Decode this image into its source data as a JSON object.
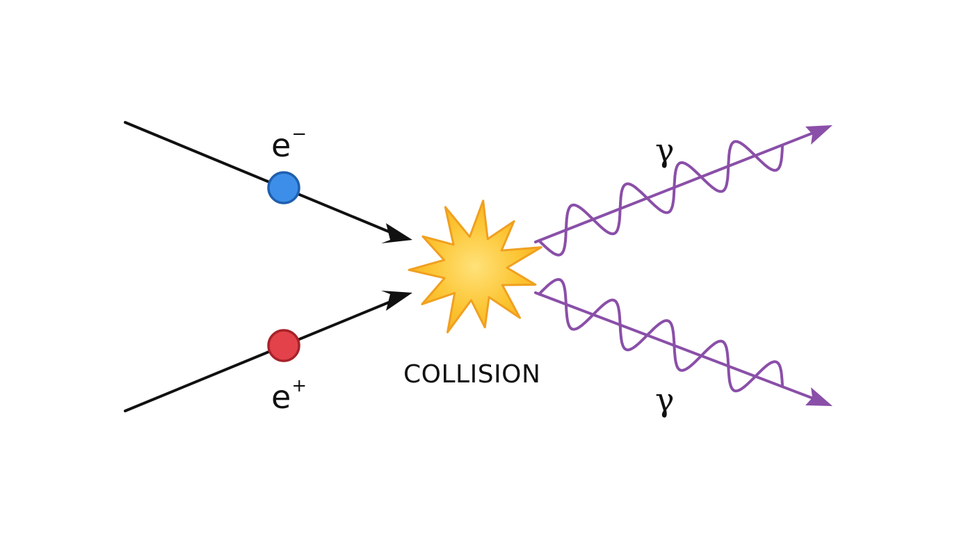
{
  "labels": {
    "electron_base": "e",
    "electron_charge": "−",
    "positron_base": "e",
    "positron_charge": "+",
    "photon_top": "γ",
    "photon_bottom": "γ",
    "collision": "COLLISION"
  },
  "colors": {
    "line": "#111111",
    "electron": "#3d8ee8",
    "electron_stroke": "#1f5fae",
    "positron": "#e3424a",
    "positron_stroke": "#a8222a",
    "photon": "#8a4fa8",
    "burst_fill": "#fbbd2a",
    "burst_stroke": "#f0a020",
    "burst_core": "#ffe27a"
  }
}
